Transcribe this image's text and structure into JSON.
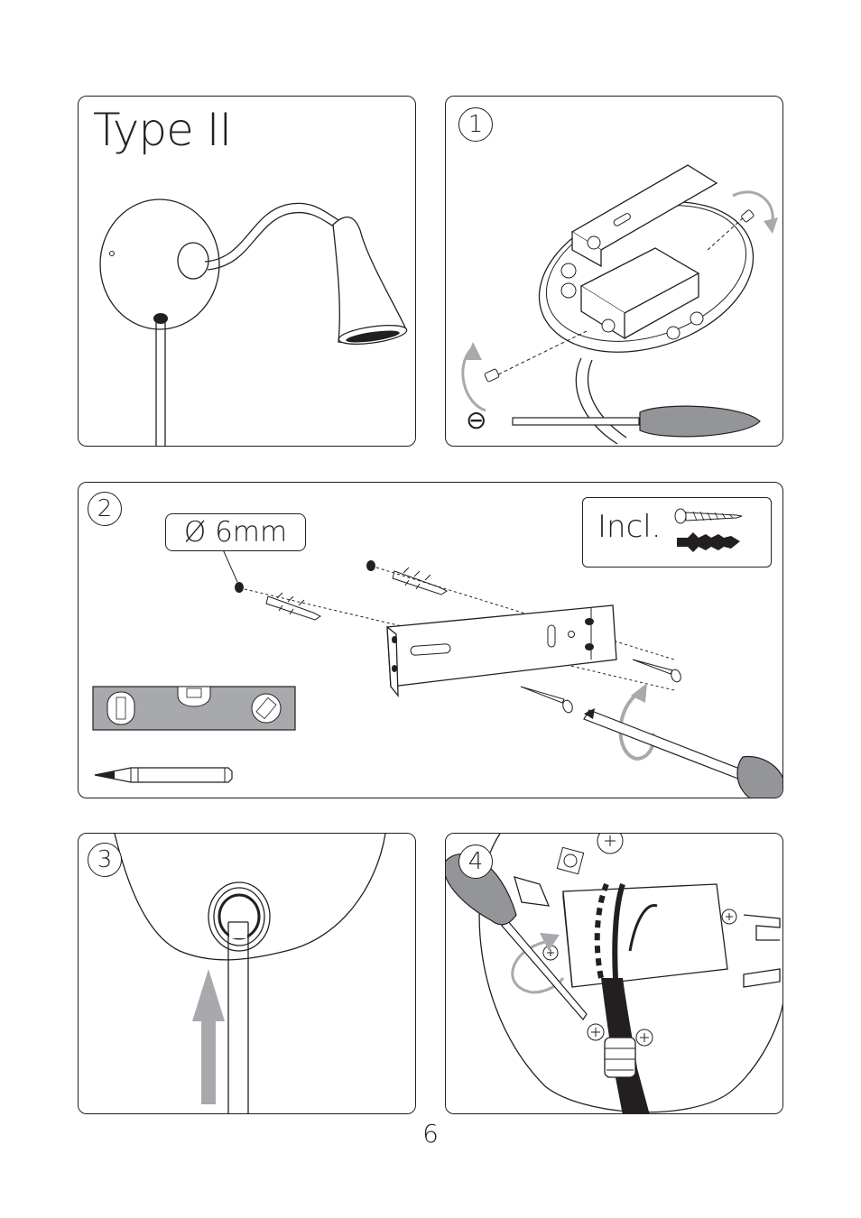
{
  "page": {
    "title": "Type II",
    "number": "6"
  },
  "steps": [
    {
      "label": "1",
      "tool": "flat-screwdriver"
    },
    {
      "label": "2",
      "drill_size": "Ø 6mm",
      "included_label": "Incl."
    },
    {
      "label": "3"
    },
    {
      "label": "4"
    }
  ],
  "colors": {
    "line": "#231f20",
    "arrow": "#a7a9ac",
    "tool_grey": "#939598",
    "level_grey": "#a7a9ac"
  },
  "icons": {
    "flat_screwdriver_symbol": "⊖"
  }
}
